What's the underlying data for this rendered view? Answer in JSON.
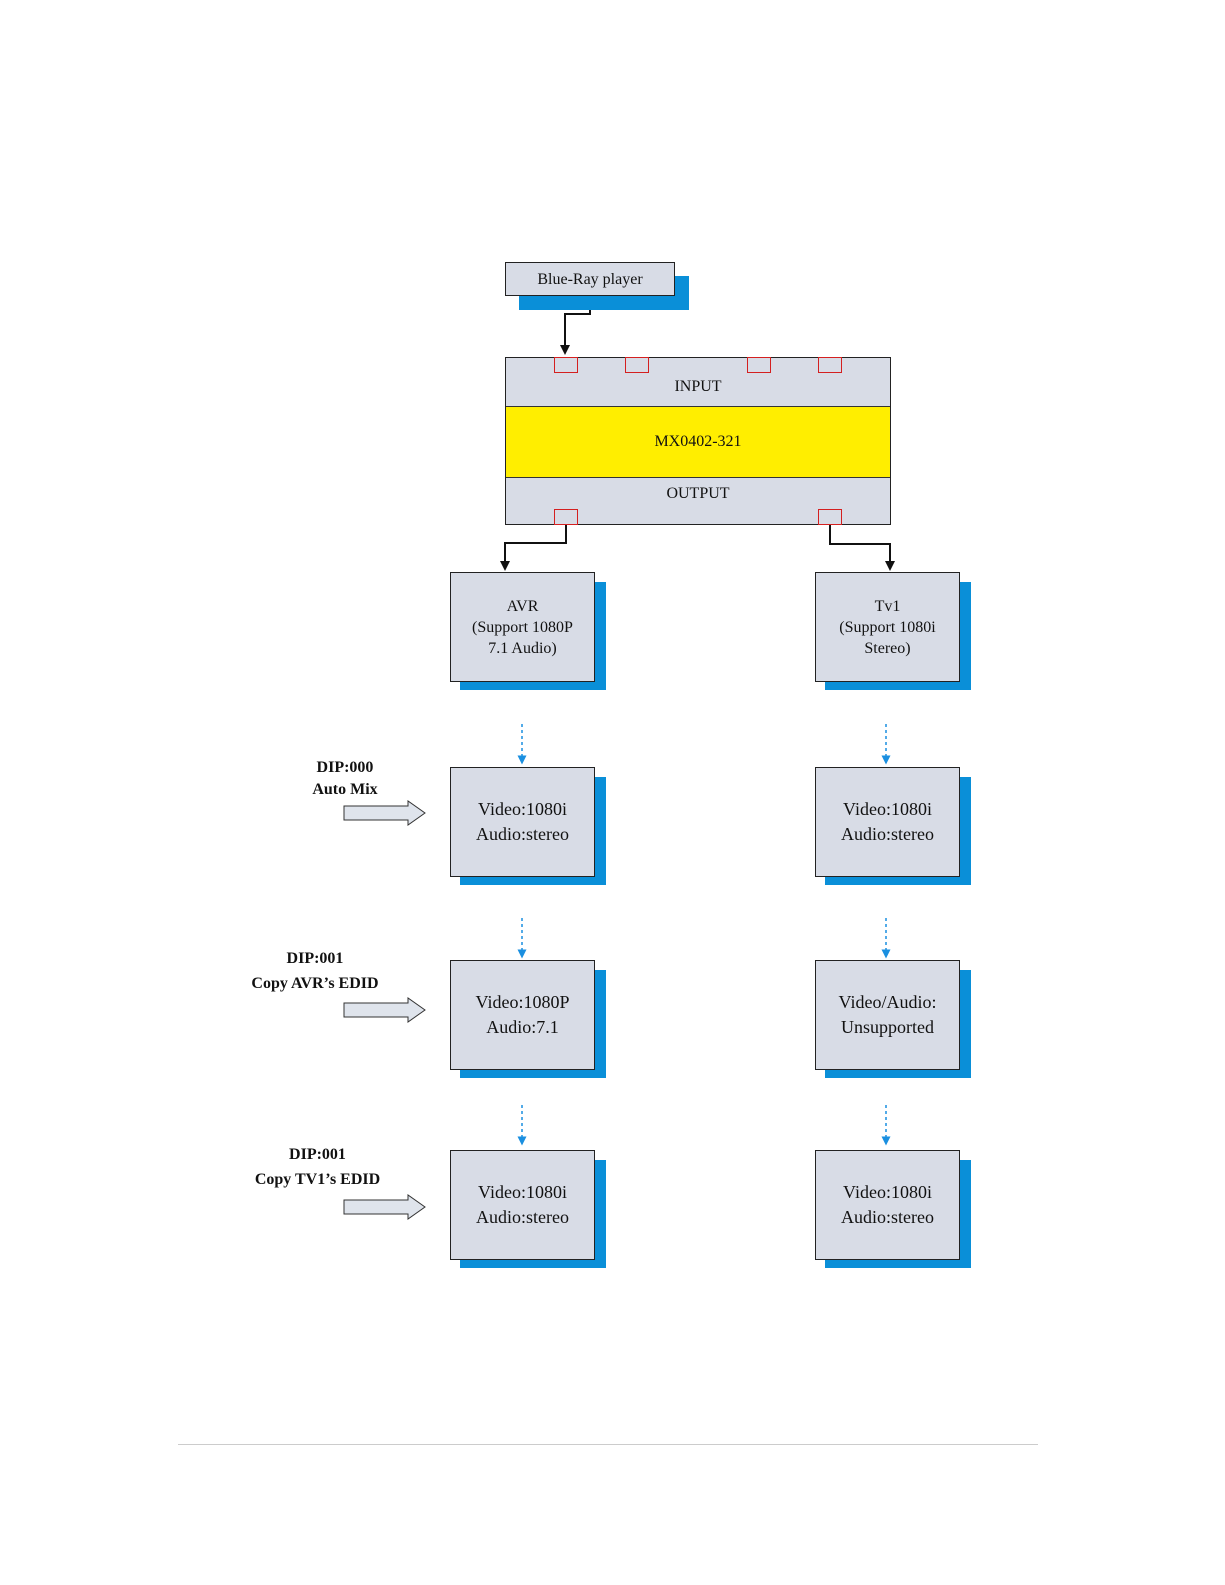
{
  "source": {
    "label": "Blue-Ray player"
  },
  "matrix": {
    "input_label": "INPUT",
    "model": "MX0402-321",
    "output_label": "OUTPUT"
  },
  "devices": {
    "avr": {
      "line1": "AVR",
      "line2": "(Support 1080P",
      "line3": "7.1 Audio)"
    },
    "tv1": {
      "line1": "Tv1",
      "line2": "(Support 1080i",
      "line3": "Stereo)"
    }
  },
  "modes": [
    {
      "dip": "DIP:000",
      "name": "Auto Mix",
      "avr": {
        "line1": "Video:1080i",
        "line2": "Audio:stereo"
      },
      "tv1": {
        "line1": "Video:1080i",
        "line2": "Audio:stereo"
      }
    },
    {
      "dip": "DIP:001",
      "name": "Copy AVR’s EDID",
      "avr": {
        "line1": "Video:1080P",
        "line2": "Audio:7.1"
      },
      "tv1": {
        "line1": "Video/Audio:",
        "line2": "Unsupported"
      }
    },
    {
      "dip": "DIP:001",
      "name": "Copy TV1’s EDID",
      "avr": {
        "line1": "Video:1080i",
        "line2": "Audio:stereo"
      },
      "tv1": {
        "line1": "Video:1080i",
        "line2": "Audio:stereo"
      }
    }
  ],
  "colors": {
    "shadow": "#0a8fd8",
    "box": "#d8dce6",
    "highlight": "#ffee00",
    "port": "#d42020",
    "signal": "#1a8fe0"
  }
}
